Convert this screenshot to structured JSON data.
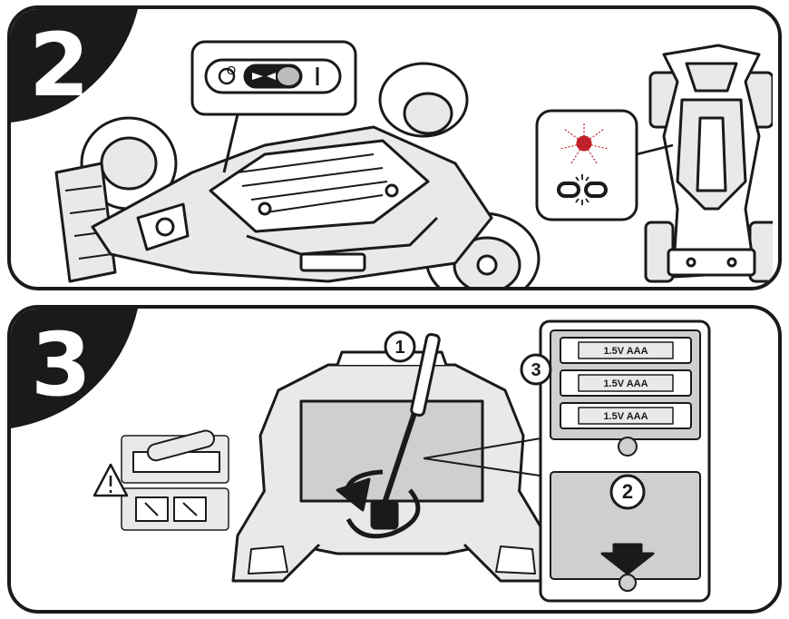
{
  "steps": [
    {
      "number": "2",
      "switch": {
        "off": "O",
        "on": "I"
      }
    },
    {
      "number": "3",
      "callouts": [
        "1",
        "2",
        "3"
      ],
      "batteries": [
        "1.5V AAA",
        "1.5V AAA",
        "1.5V AAA"
      ]
    }
  ],
  "icons": [
    "power-switch-icon",
    "led-indicator-icon",
    "pairing-link-icon",
    "warning-icon",
    "screwdriver-icon",
    "rotate-arrow-icon",
    "down-arrow-icon",
    "battery-icon"
  ],
  "colors": {
    "ink": "#1a1a1a",
    "fill": "#e9e9e9",
    "lid": "#cfcfcf",
    "led": "#c0202b"
  }
}
